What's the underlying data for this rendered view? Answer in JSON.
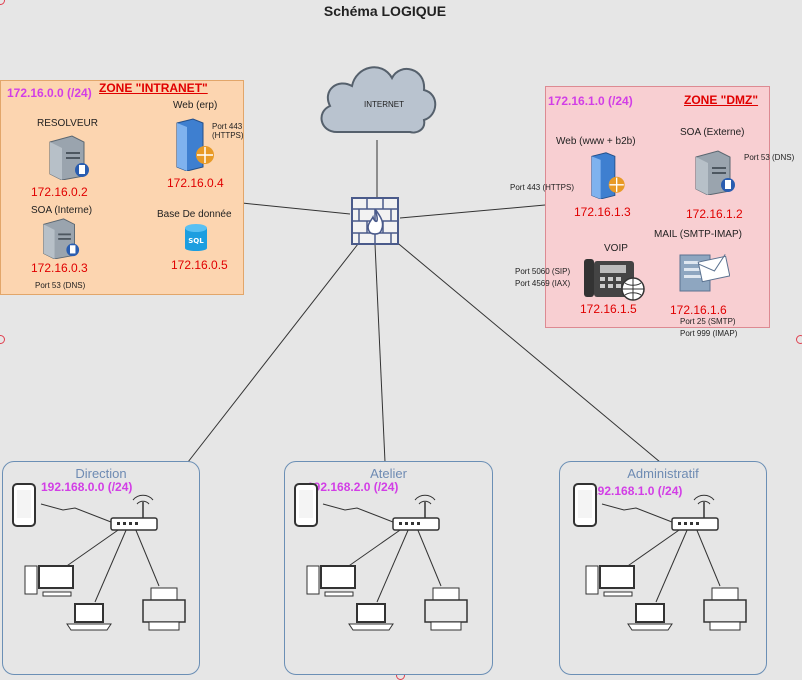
{
  "title": "Schéma LOGIQUE",
  "internet": {
    "label": "INTERNET"
  },
  "intranet": {
    "network": "172.16.0.0 (/24)",
    "zone_title": "ZONE \"INTRANET\"",
    "resolveur": {
      "label": "RESOLVEUR",
      "ip": "172.16.0.2"
    },
    "web": {
      "label": "Web (erp)",
      "port": "Port 443 (HTTPS)",
      "ip": "172.16.0.4"
    },
    "soa": {
      "label": "SOA (Interne)",
      "ip": "172.16.0.3",
      "port": "Port 53 (DNS)"
    },
    "db": {
      "label": "Base De donnée",
      "ip": "172.16.0.5",
      "icon_text": "SQL"
    }
  },
  "dmz": {
    "network": "172.16.1.0 (/24)",
    "zone_title": "ZONE \"DMZ\"",
    "web": {
      "label": "Web (www + b2b)",
      "port": "Port 443 (HTTPS)",
      "ip": "172.16.1.3"
    },
    "soa": {
      "label": "SOA (Externe)",
      "port": "Port 53 (DNS)",
      "ip": "172.16.1.2"
    },
    "voip": {
      "label": "VOIP",
      "port1": "Port 5060 (SIP)",
      "port2": "Port 4569 (IAX)",
      "ip": "172.16.1.5"
    },
    "mail": {
      "label": "MAIL (SMTP-IMAP)",
      "ip": "172.16.1.6",
      "port1": "Port 25 (SMTP)",
      "port2": "Port 999 (IMAP)"
    }
  },
  "sites": [
    {
      "name": "Direction",
      "network": "192.168.0.0 (/24)"
    },
    {
      "name": "Atelier",
      "network": "192.168.2.0 (/24)"
    },
    {
      "name": "Administratif",
      "network": "192.168.1.0 (/24)"
    }
  ],
  "colors": {
    "network_ip": "#d23ee6",
    "ip": "#e00000",
    "cluster_border": "#6b8fb5",
    "cloud_fill": "#b9c3cf"
  }
}
